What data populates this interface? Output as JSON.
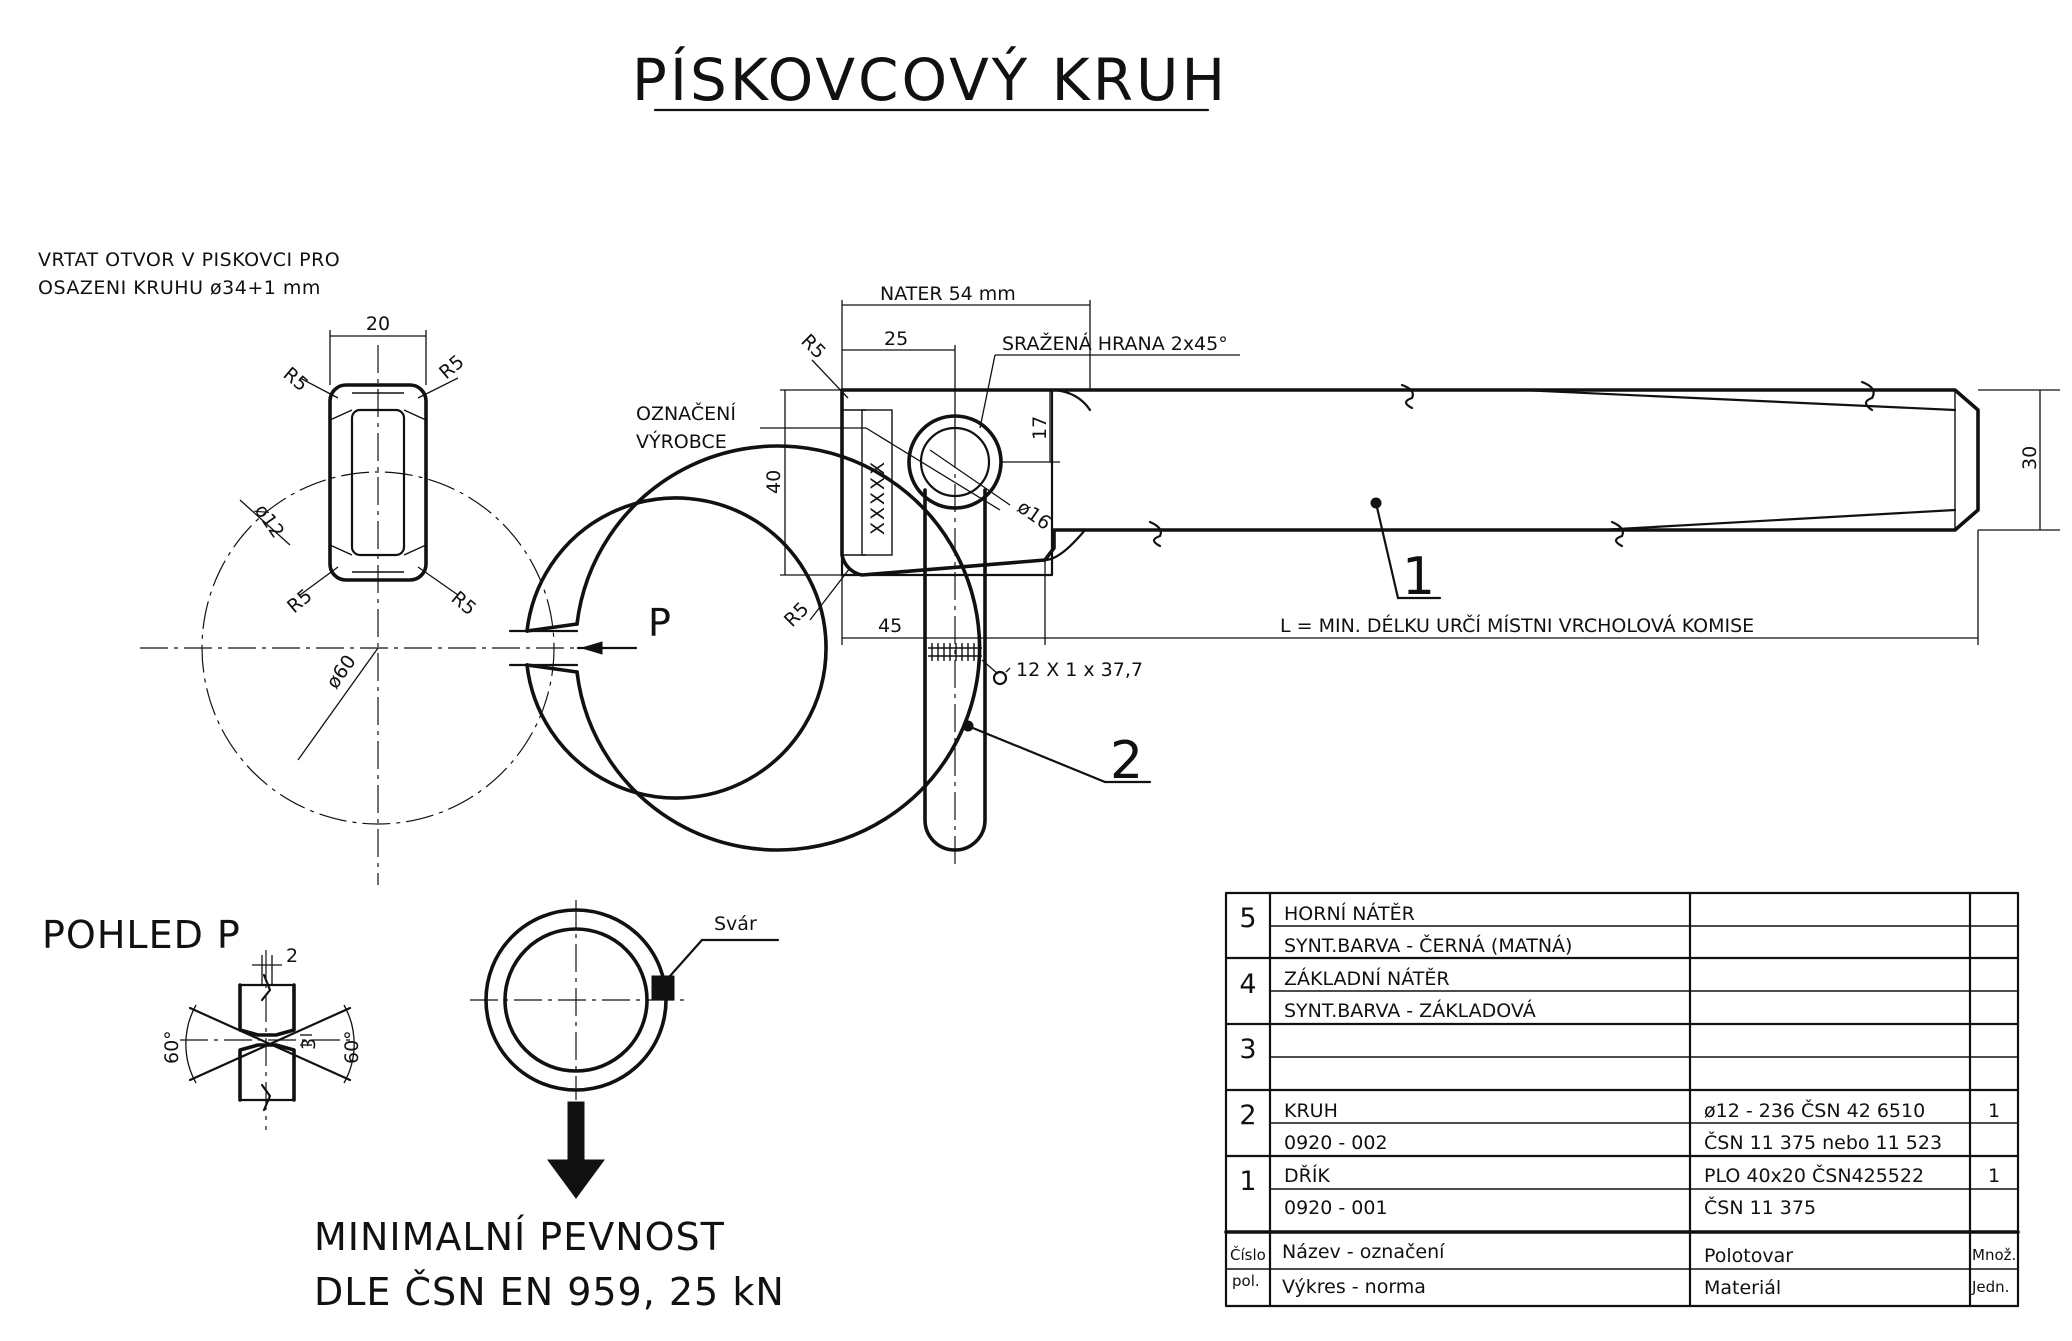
{
  "title": "PÍSKOVCOVÝ KRUH",
  "notes": {
    "drill_line1": "VRTAT OTVOR V PISKOVCI PRO",
    "drill_line2": "OSAZENI KRUHU ø34+1 mm",
    "view_label": "POHLED P",
    "view_arrow": "P",
    "strength_line1": "MINIMALNÍ PEVNOST",
    "strength_line2": "DLE ČSN EN 959,  25 kN",
    "weld": "Svár",
    "maker_mark_line1": "OZNAČENÍ",
    "maker_mark_line2": "VÝROBCE",
    "maker_mark_text": "XXXXX",
    "chamfer": "SRAŽENÁ HRANA 2x45°",
    "paint_len": "NATER 54 mm",
    "length_note": "L = MIN. DÉLKU URČÍ MÍSTNI VRCHOLOVÁ KOMISE",
    "thread": "12 X 1 x 37,7",
    "callout_1": "1",
    "callout_2": "2"
  },
  "dims": {
    "ring_w": "20",
    "r5": "R5",
    "d12": "ø12",
    "d60": "ø60",
    "d16": "ø16",
    "d25": "25",
    "d17": "17",
    "d40": "40",
    "d45": "45",
    "d30": "30",
    "d2": "2",
    "d3": "3",
    "a60": "60°"
  },
  "bom": {
    "rows": [
      {
        "num": "5",
        "name": "HORNÍ NÁTĚR",
        "drawing": "SYNT.BARVA - ČERNÁ (MATNÁ)",
        "stock": "",
        "material": "",
        "qty": ""
      },
      {
        "num": "4",
        "name": "ZÁKLADNÍ NÁTĚR",
        "drawing": "SYNT.BARVA - ZÁKLADOVÁ",
        "stock": "",
        "material": "",
        "qty": ""
      },
      {
        "num": "3",
        "name": "",
        "drawing": "",
        "stock": "",
        "material": "",
        "qty": ""
      },
      {
        "num": "2",
        "name": "KRUH",
        "drawing": "0920 - 002",
        "stock": "ø12 - 236 ČSN 42 6510",
        "material": "ČSN 11 375 nebo 11 523",
        "qty": "1"
      },
      {
        "num": "1",
        "name": "DŘÍK",
        "drawing": "0920 - 001",
        "stock": "PLO 40x20  ČSN425522",
        "material": "ČSN 11 375",
        "qty": "1"
      }
    ],
    "header": {
      "num_a": "Číslo",
      "num_b": "pol.",
      "name": "Název - označení",
      "drawing": "Výkres - norma",
      "stock": "Polotovar",
      "material": "Materiál",
      "qty_a": "Množ.",
      "qty_b": "Jedn."
    }
  }
}
